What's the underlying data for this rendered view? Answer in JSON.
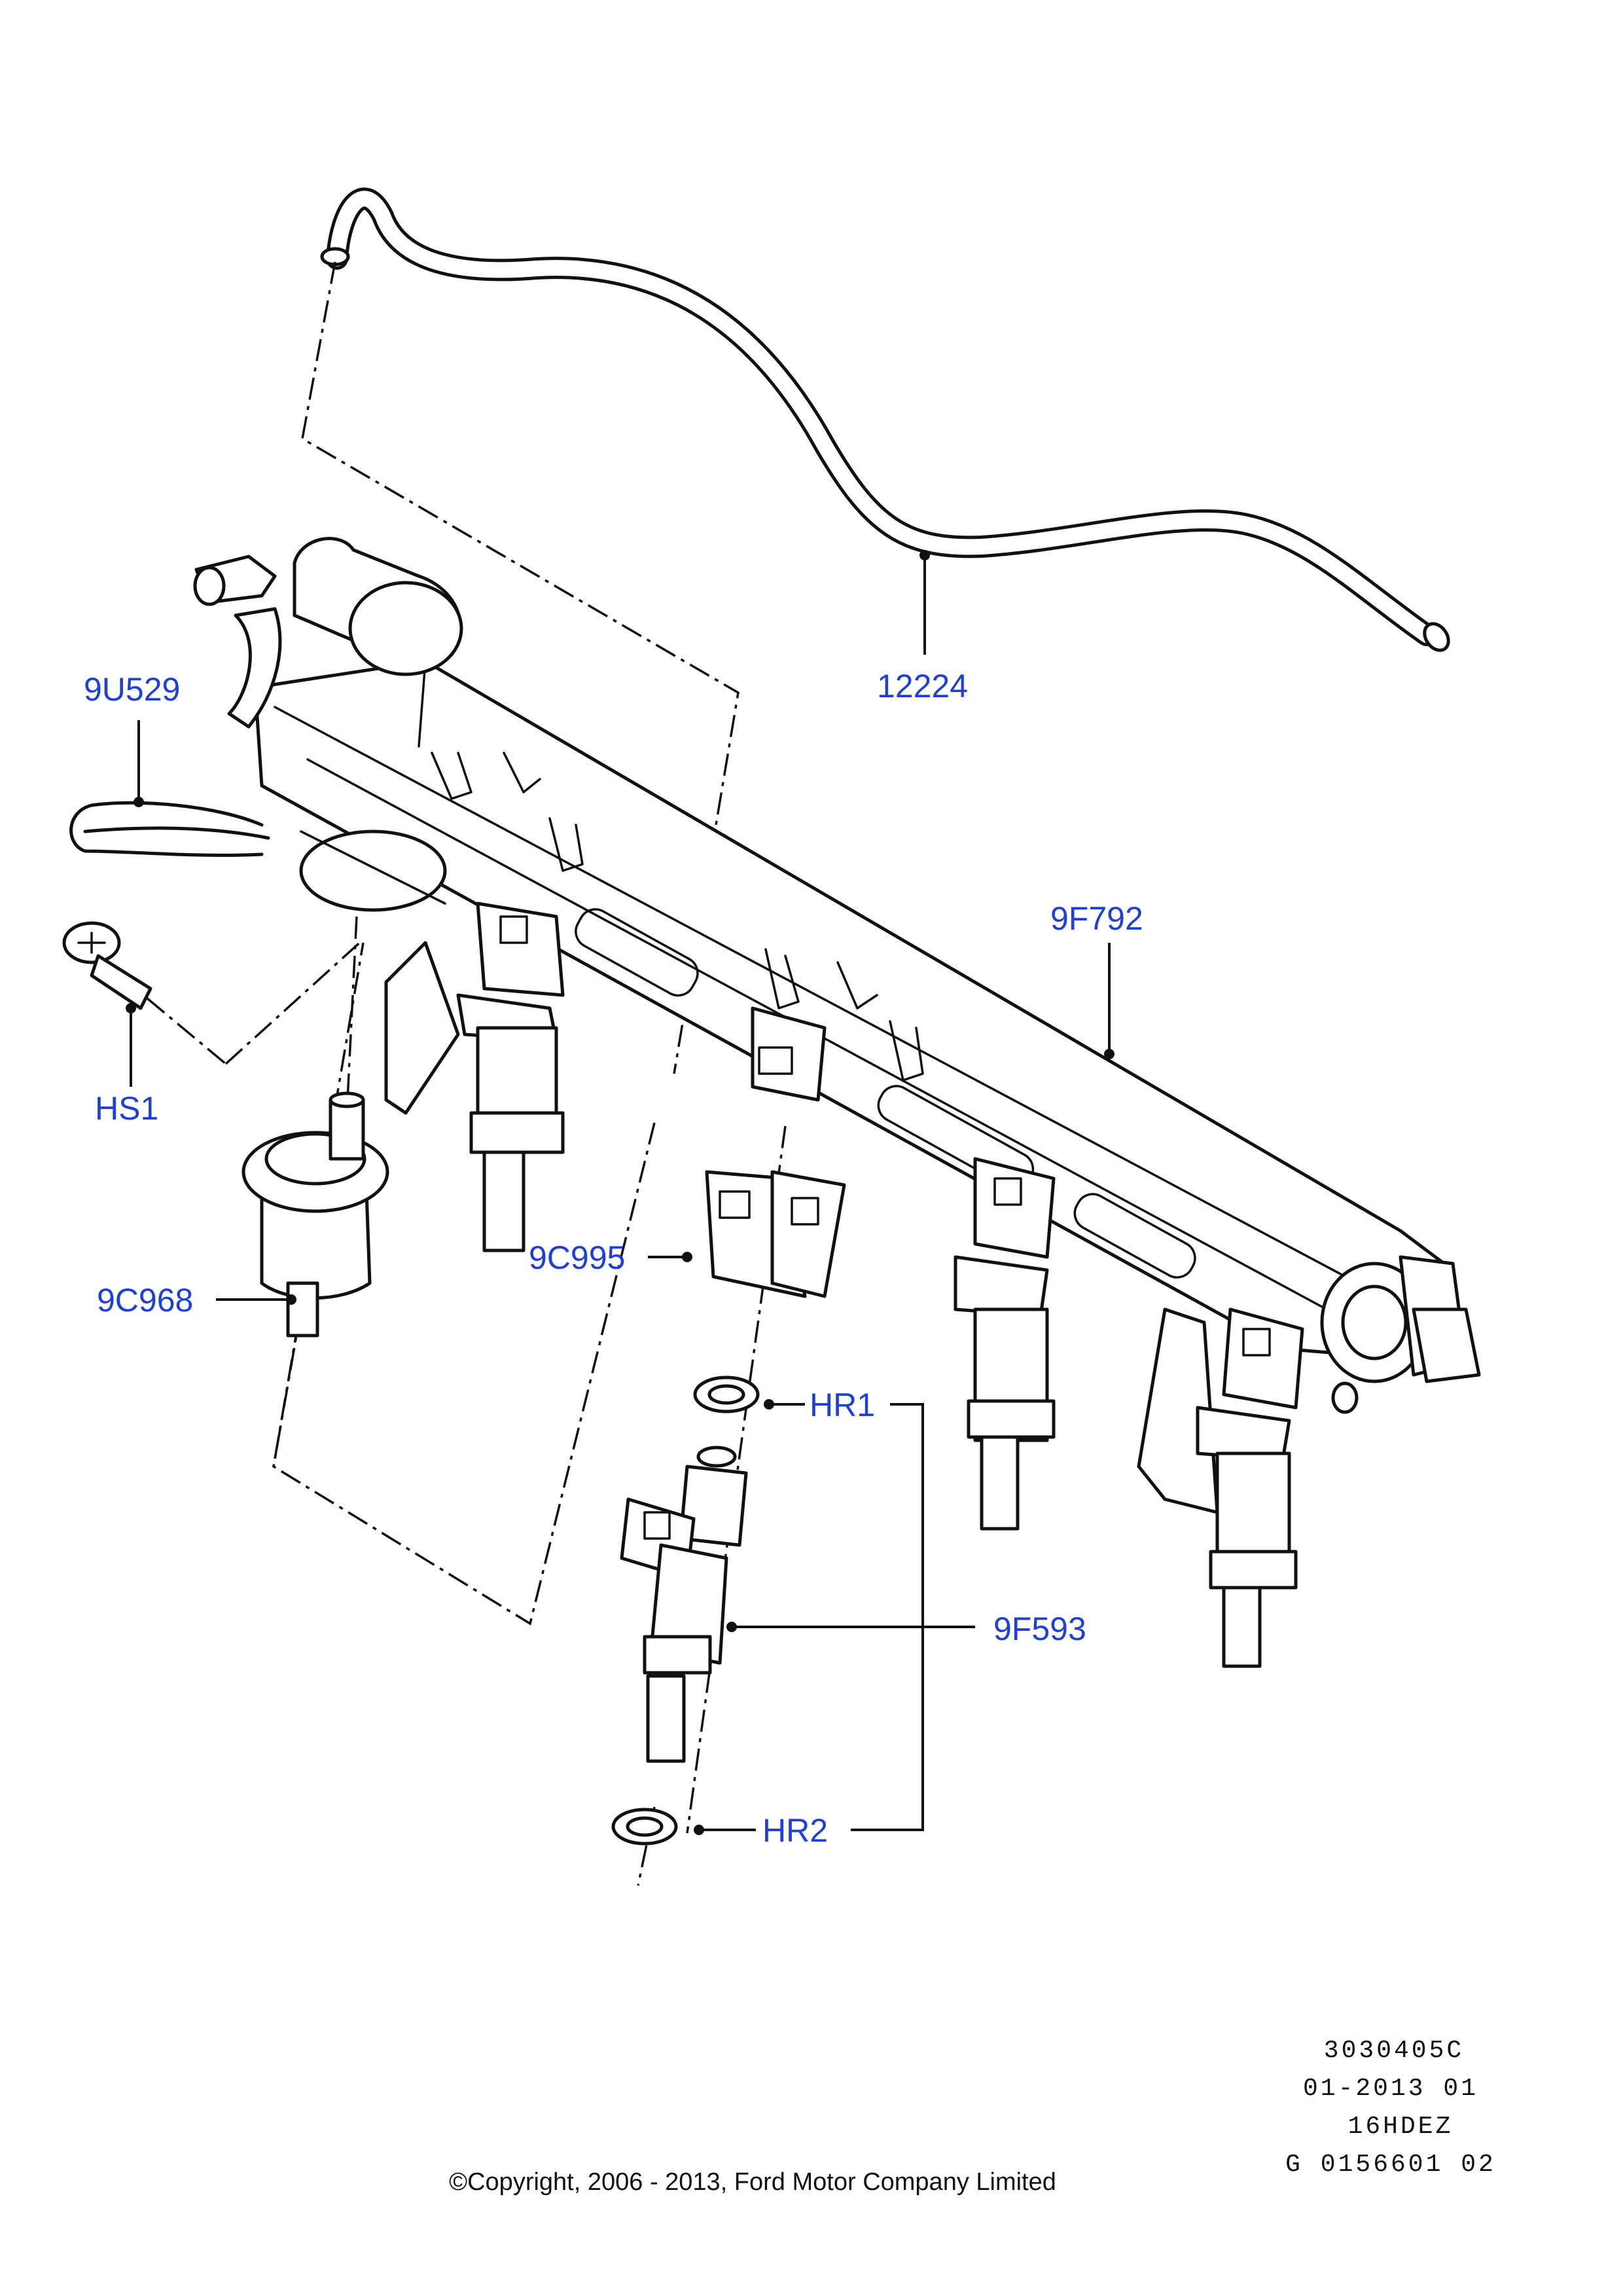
{
  "labels": {
    "hose": "12224",
    "clip": "9U529",
    "screw": "HS1",
    "regulator": "9C968",
    "fuel_rail": "9F792",
    "bracket": "9C995",
    "seal_upper": "HR1",
    "injector": "9F593",
    "seal_lower": "HR2"
  },
  "footer": {
    "illustration_number": "3030405C",
    "date_code": "01-2013 01",
    "engine_code": "16HDEZ",
    "graphic_ref": "G 0156601 02",
    "copyright": "©Copyright, 2006 - 2013, Ford Motor Company Limited"
  }
}
